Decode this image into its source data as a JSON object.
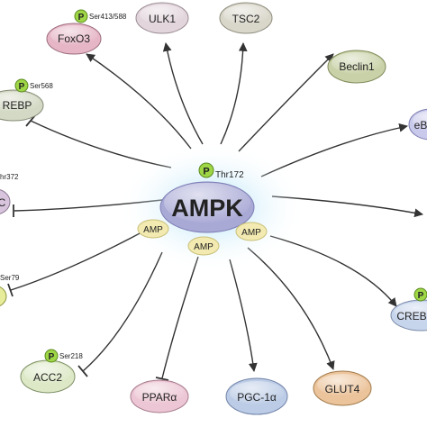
{
  "center": {
    "label": "AMPK",
    "phospho_site": "Thr172",
    "p_label": "P"
  },
  "amp_labels": [
    "AMP",
    "AMP",
    "AMP"
  ],
  "nodes": [
    {
      "id": "foxo3",
      "label": "FoxO3",
      "site": "Ser413/588",
      "color": "#e6b6c6",
      "relation": "activates"
    },
    {
      "id": "ulk1",
      "label": "ULK1",
      "site": "",
      "color": "#e2d5dc",
      "relation": "activates"
    },
    {
      "id": "tsc2",
      "label": "TSC2",
      "site": "",
      "color": "#d9d7ca",
      "relation": "activates"
    },
    {
      "id": "beclin1",
      "label": "Beclin1",
      "site": "",
      "color": "#c8d1a7",
      "relation": "activates"
    },
    {
      "id": "srebp",
      "label": "REBP",
      "site": "Ser568",
      "color": "#d3d9c4",
      "relation": "inhibits"
    },
    {
      "id": "eb",
      "label": "eB",
      "site": "",
      "color": "#c9c9ec",
      "relation": "activates"
    },
    {
      "id": "hmgcr",
      "label": "C",
      "site": "hr372",
      "color": "#d8c4dc",
      "relation": "inhibits"
    },
    {
      "id": "arrow-right",
      "label": "",
      "site": "",
      "color": "",
      "relation": "activates"
    },
    {
      "id": "acc1",
      "label": "",
      "site": "Ser79",
      "color": "#e6ec9a",
      "relation": "inhibits"
    },
    {
      "id": "creb",
      "label": "CREB",
      "site": "",
      "color": "#c6d4ec",
      "relation": "activates"
    },
    {
      "id": "acc2",
      "label": "ACC2",
      "site": "Ser218",
      "color": "#dce8c6",
      "relation": "inhibits"
    },
    {
      "id": "ppara",
      "label": "PPARα",
      "site": "",
      "color": "#ecc6d4",
      "relation": "inhibits"
    },
    {
      "id": "pgc1a",
      "label": "PGC-1α",
      "site": "",
      "color": "#bccce6",
      "relation": "activates"
    },
    {
      "id": "glut4",
      "label": "GLUT4",
      "site": "",
      "color": "#ecc49c",
      "relation": "activates"
    }
  ],
  "colors": {
    "ampk_fill": "#a9a9d6",
    "ampk_glow": "#bde6f7",
    "amp_fill": "#f2eab0",
    "p_fill": "#9fd646",
    "edge": "#333333"
  }
}
